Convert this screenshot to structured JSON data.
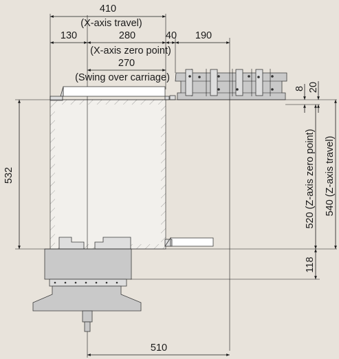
{
  "dimensions": {
    "x_travel_value": "410",
    "x_travel_label": "(X-axis travel)",
    "d130": "130",
    "d280": "280",
    "d40": "40",
    "d190": "190",
    "x_zero_label": "(X-axis zero point)",
    "d270": "270",
    "swing_label": "(Swing over carriage)",
    "d8": "8",
    "d20": "20",
    "d532": "532",
    "z_zero": "520 (Z-axis zero point)",
    "z_travel": "540 (Z-axis travel)",
    "d118": "118",
    "d510": "510"
  },
  "colors": {
    "background": "#e8e3db",
    "line": "#1a1a1a",
    "part_fill": "#c9c9c9"
  }
}
